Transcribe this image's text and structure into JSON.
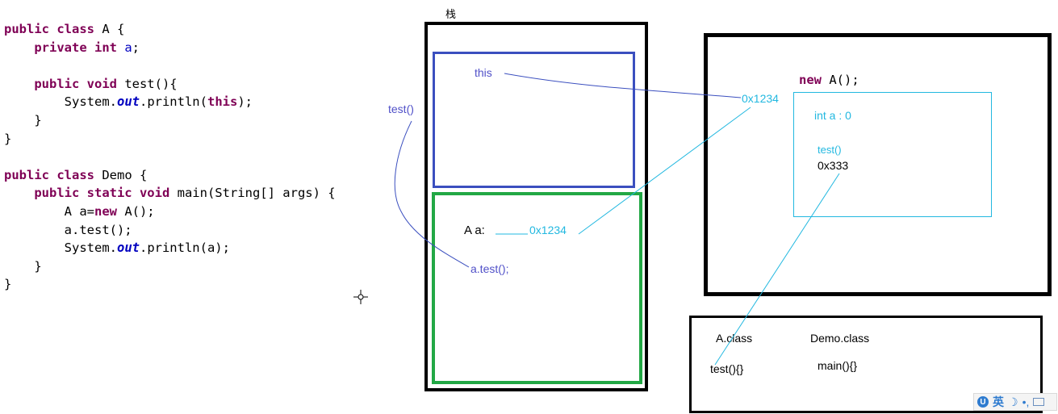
{
  "code": {
    "lines": [
      [
        {
          "t": "public class ",
          "c": "kw"
        },
        {
          "t": "A {",
          "c": ""
        }
      ],
      [
        {
          "t": "    ",
          "c": ""
        },
        {
          "t": "private int ",
          "c": "kw"
        },
        {
          "t": "a",
          "c": "fld"
        },
        {
          "t": ";",
          "c": ""
        }
      ],
      [],
      [
        {
          "t": "    ",
          "c": ""
        },
        {
          "t": "public void ",
          "c": "kw"
        },
        {
          "t": "test(){",
          "c": ""
        }
      ],
      [
        {
          "t": "        System.",
          "c": ""
        },
        {
          "t": "out",
          "c": "sta"
        },
        {
          "t": ".println(",
          "c": ""
        },
        {
          "t": "this",
          "c": "kw"
        },
        {
          "t": ");",
          "c": ""
        }
      ],
      [
        {
          "t": "    }",
          "c": ""
        }
      ],
      [
        {
          "t": "}",
          "c": ""
        }
      ],
      [],
      [
        {
          "t": "public class ",
          "c": "kw"
        },
        {
          "t": "Demo {",
          "c": ""
        }
      ],
      [
        {
          "t": "    ",
          "c": ""
        },
        {
          "t": "public static void ",
          "c": "kw"
        },
        {
          "t": "main(String[] args) {",
          "c": ""
        }
      ],
      [
        {
          "t": "        A a=",
          "c": ""
        },
        {
          "t": "new ",
          "c": "kw"
        },
        {
          "t": "A();",
          "c": ""
        }
      ],
      [
        {
          "t": "        a.test();",
          "c": ""
        }
      ],
      [
        {
          "t": "        System.",
          "c": ""
        },
        {
          "t": "out",
          "c": "sta"
        },
        {
          "t": ".println(a);",
          "c": ""
        }
      ],
      [
        {
          "t": "    }",
          "c": ""
        }
      ],
      [
        {
          "t": "}",
          "c": ""
        }
      ]
    ]
  },
  "stack": {
    "title": "栈",
    "test_frame": {
      "label": "test()",
      "this_label": "this"
    },
    "main_frame": {
      "var_label": "A  a:",
      "ref_value": "0x1234",
      "call_label": "a.test();"
    }
  },
  "heap": {
    "ref_label": "0x1234",
    "new_expr_kw": "new ",
    "new_expr_rest": "A();",
    "object": {
      "field_label": "int a : 0",
      "method_label": "test()",
      "method_addr": "0x333"
    }
  },
  "method_area": {
    "a_class": "A.class",
    "a_method": "test(){}",
    "demo_class": "Demo.class",
    "demo_method": "main(){}"
  },
  "ime": {
    "mode": "英"
  },
  "colors": {
    "blue_frame": "#3b4fbf",
    "green_frame": "#22a845",
    "cyan": "#22b8e0",
    "purple_text": "#5050c8",
    "black": "#000000"
  }
}
